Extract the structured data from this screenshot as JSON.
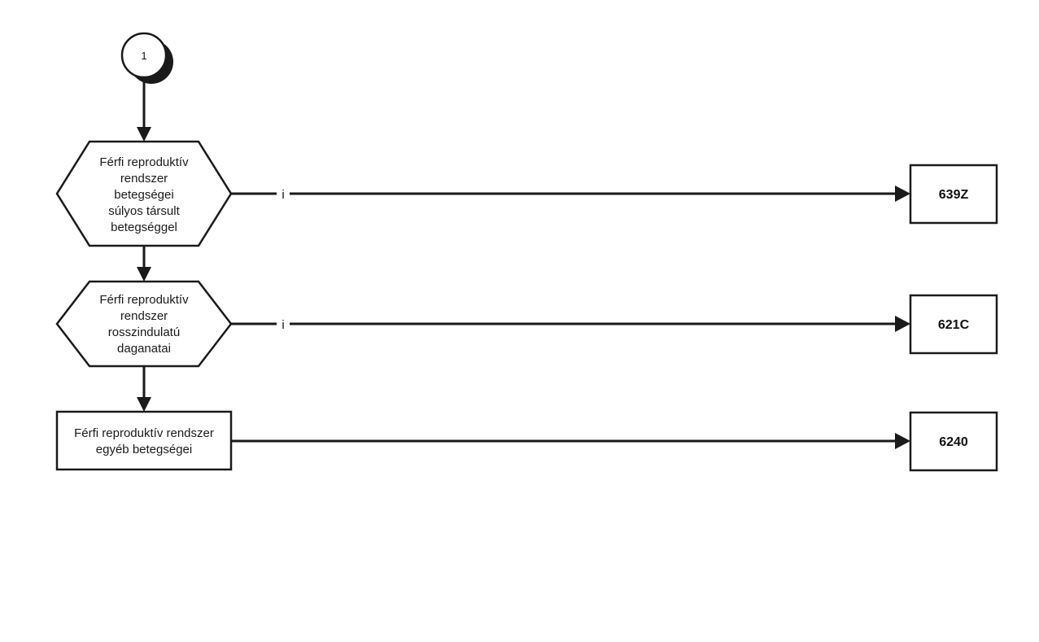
{
  "start": {
    "label": "1"
  },
  "decisions": [
    {
      "lines": [
        "Férfi reproduktív",
        "rendszer",
        "betegségei",
        "súlyos társult",
        "betegséggel"
      ],
      "edge_label": "i",
      "target": "639Z"
    },
    {
      "lines": [
        "Férfi reproduktív",
        "rendszer",
        "rosszindulatú",
        "daganatai"
      ],
      "edge_label": "i",
      "target": "621C"
    }
  ],
  "final": {
    "lines": [
      "Férfi reproduktív rendszer",
      "egyéb betegségei"
    ],
    "target": "6240"
  },
  "colors": {
    "stroke": "#1a1a1a",
    "fill": "#ffffff"
  }
}
